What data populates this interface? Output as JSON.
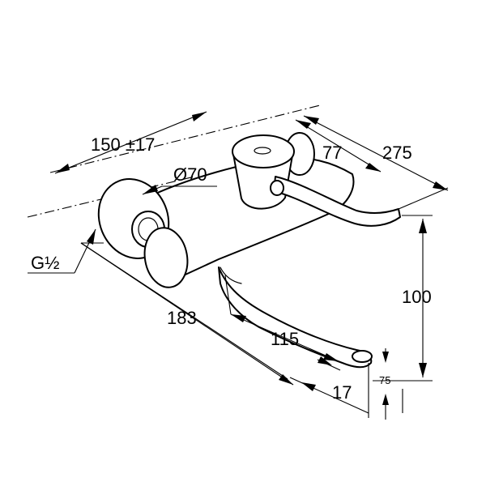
{
  "dimensions": {
    "install_distance": "150 ±17",
    "flange_diameter": "Ø70",
    "connection_thread": "G½",
    "overall_length": "183",
    "lever_offset": "77",
    "lever_length": "275",
    "spout_length": "115",
    "height": "100",
    "spout_offset": "17",
    "outlet_height": "75"
  }
}
